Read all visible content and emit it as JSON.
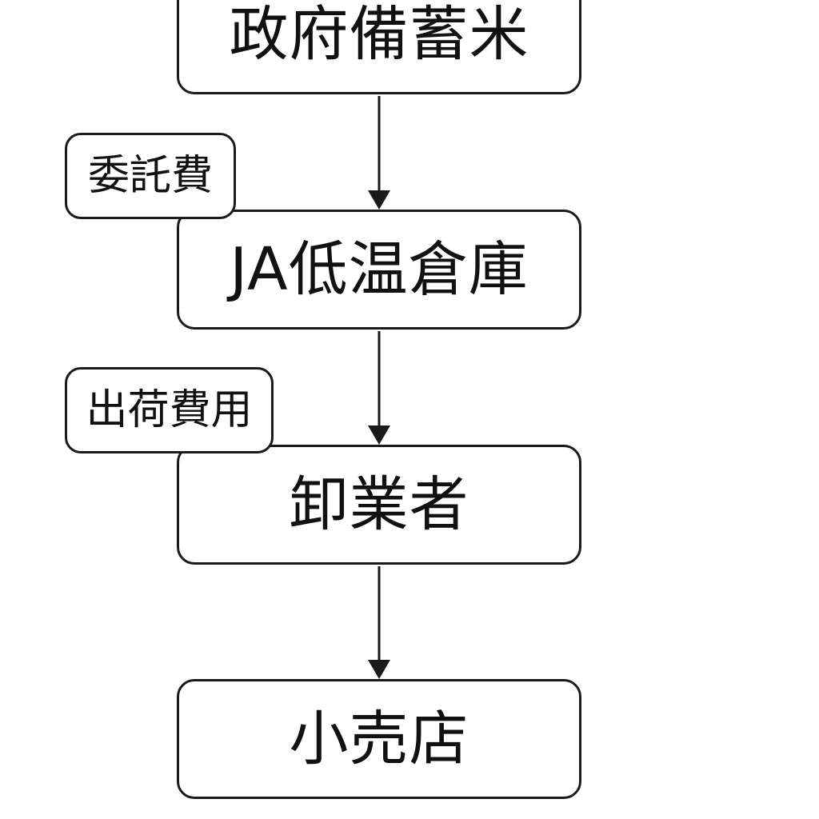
{
  "nodes": [
    {
      "label": "政府備蓄米"
    },
    {
      "label": "JA低温倉庫"
    },
    {
      "label": "卸業者"
    },
    {
      "label": "小売店"
    }
  ],
  "edge_labels": [
    {
      "label": "委託費"
    },
    {
      "label": "出荷費用"
    }
  ],
  "colors": {
    "stroke": "#1a1a1a",
    "background": "#ffffff"
  }
}
